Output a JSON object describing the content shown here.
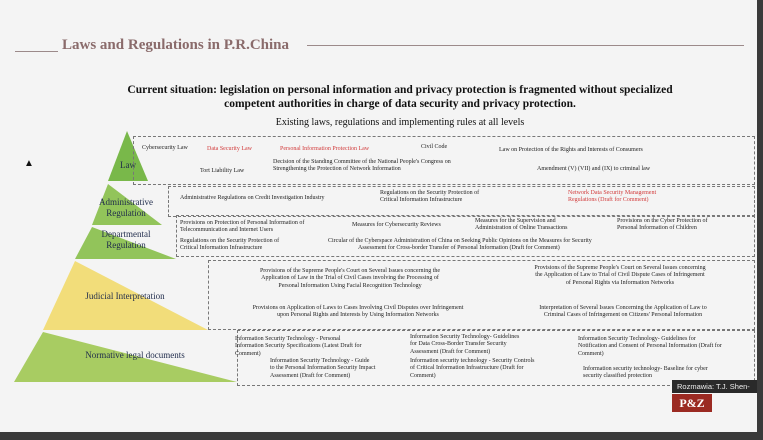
{
  "slide": {
    "title": "Laws and Regulations in P.R.China",
    "heading_line1": "Current situation: legislation on personal information and privacy protection is fragmented without specialized",
    "heading_line2": "competent authorities in charge of data security and privacy protection.",
    "subheading": "Existing laws, regulations and implementing rules at all levels"
  },
  "colors": {
    "tier_law": "#79b84a",
    "tier_regulation": "#92c45a",
    "tier_judicial": "#f2dd7a",
    "tier_normative": "#a8cc62",
    "red_text": "#d23b3b"
  },
  "tiers": {
    "law": "Law",
    "admin_1": "Administrative",
    "admin_2": "Regulation",
    "dept_1": "Departmental",
    "dept_2": "Regulation",
    "judicial": "Judicial Interpretation",
    "normative": "Normative legal documents"
  },
  "law": {
    "cybersecurity": "Cybersecurity Law",
    "data_security": "Data Security Law",
    "pipl": "Personal Information Protection Law",
    "civil_code": "Civil Code",
    "law_protection_rights": "Law on Protection of the Rights and Interests of Consumers",
    "tort": "Tort Liability Law",
    "decision_1": "Decision of the Standing Committee of the National People's Congress on",
    "decision_2": "Strengthening the Protection of Network Information",
    "amendment": "Amendment (V) (VII) and (IX) to criminal law"
  },
  "admin": {
    "credit": "Administrative Regulations on Credit Investigation Industry",
    "cii_1": "Regulations on the Security Protection of",
    "cii_2": "Critical Information Infrastructure",
    "ndsm_1": "Network Data Security Management",
    "ndsm_2": "Regulations (Draft for Comment)"
  },
  "dept": {
    "telecom_1": "Provisions on Protection of Personal Information of",
    "telecom_2": "Telecommunication and Internet Users",
    "reviews": "Measures for Cybersecurity Reviews",
    "online_1": "Measures for the Supervision and",
    "online_2": "Administration of Online Transactions",
    "children_1": "Provisions on the Cyber Protection of",
    "children_2": "Personal Information of Children",
    "cii_reg_1": "Regulations on the Security Protection of",
    "cii_reg_2": "Critical Information Infrastructure",
    "circular_1": "Circular of the Cyberspace Administration of China on Seeking Public Opinions on the Measures for Security",
    "circular_2": "Assessment for Cross-border Transfer of Personal Information (Draft for Comment)"
  },
  "judicial": {
    "facial_1": "Provisions of the Supreme People's Court on Several Issues concerning the",
    "facial_2": "Application of Law in the Trial of Civil Cases involving the Processing of",
    "facial_3": "Personal Information Using Facial Recognition Technology",
    "disputes_1": "Provisions of the Supreme People's Court on Several Issues concerning",
    "disputes_2": "the Application of Law to Trial of Civil Dispute Cases of Infringement",
    "disputes_3": "of Personal Rights via Information Networks",
    "infringement_1": "Provisions on Application of Laws to Cases Involving Civil Disputes over Infringement",
    "infringement_2": "upon Personal Rights and Interests by Using Information Networks",
    "criminal_1": "Interpretation of Several Issues Concerning the Application of Law to",
    "criminal_2": "Criminal Cases of Infringement on Citizens' Personal Information"
  },
  "normative": {
    "spec_1": "Information Security Technology - Personal",
    "spec_2": "Information Security Specifications (Latest Draft for",
    "spec_3": "Comment)",
    "impact_1": "Information Security Technology - Guide",
    "impact_2": "to the Personal Information Security Impact",
    "impact_3": "Assessment (Draft for Comment)",
    "cross_1": "Information Security Technology- Guidelines",
    "cross_2": "for Data Cross-Border Transfer Security",
    "cross_3": "Assessment (Draft for Comment)",
    "controls_1": "Information security technology - Security Controls",
    "controls_2": "of Critical Information Infrastructure (Draft for",
    "controls_3": "Comment)",
    "consent_1": "Information Security Technology- Guidelines for",
    "consent_2": "Notification and Consent of Personal Information (Draft for",
    "consent_3": "Comment)",
    "baseline_1": "Information security technology- Baseline for cyber",
    "baseline_2": "security classified protection"
  },
  "overlay": {
    "caption": "Rozmawia: T.J. Shen-",
    "logo": "P&Z"
  }
}
